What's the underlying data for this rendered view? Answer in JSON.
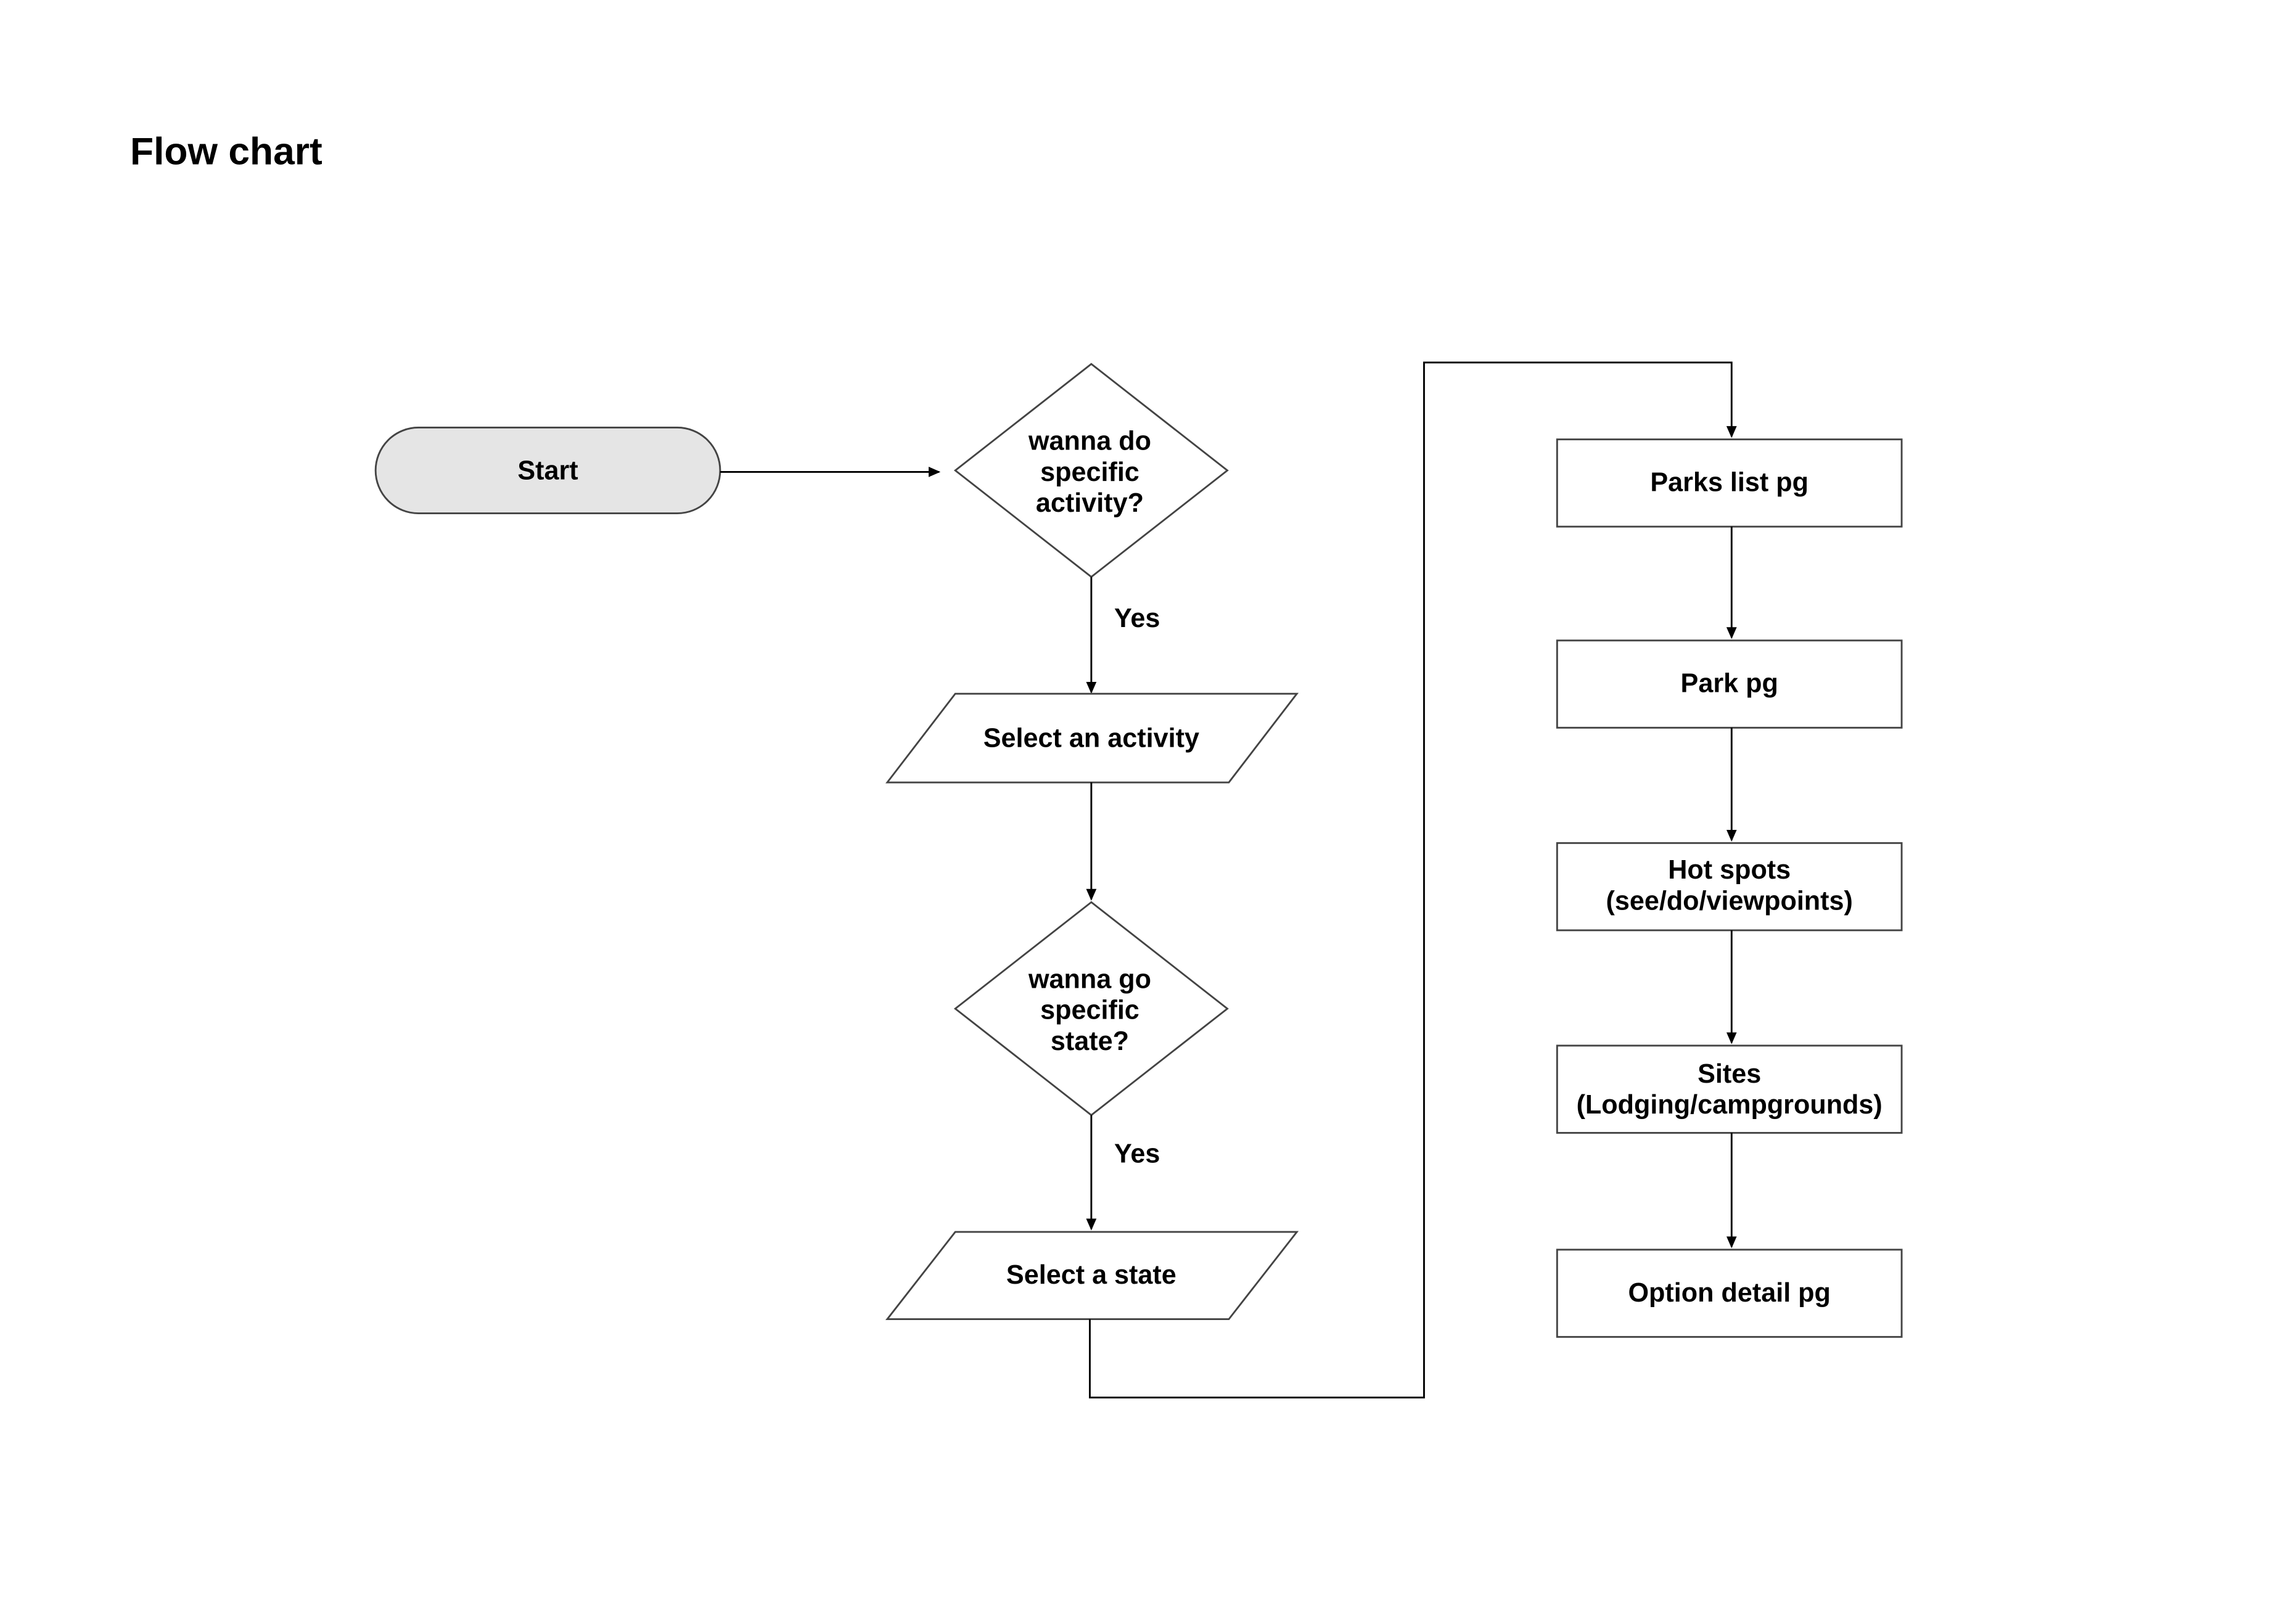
{
  "title": "Flow chart",
  "nodes": {
    "start": "Start",
    "decision_activity": [
      "wanna do",
      "specific",
      "activity?"
    ],
    "select_activity": "Select an activity",
    "decision_state": [
      "wanna go",
      "specific",
      "state?"
    ],
    "select_state": "Select a state",
    "parks_list": "Parks list pg",
    "park": "Park pg",
    "hot_spots": [
      "Hot spots",
      "(see/do/viewpoints)"
    ],
    "sites": [
      "Sites",
      "(Lodging/campgrounds)"
    ],
    "option_detail": "Option detail pg"
  },
  "edges": {
    "yes_1": "Yes",
    "yes_2": "Yes"
  },
  "colors": {
    "start_fill": "#e5e5e5",
    "stroke": "#444444"
  }
}
